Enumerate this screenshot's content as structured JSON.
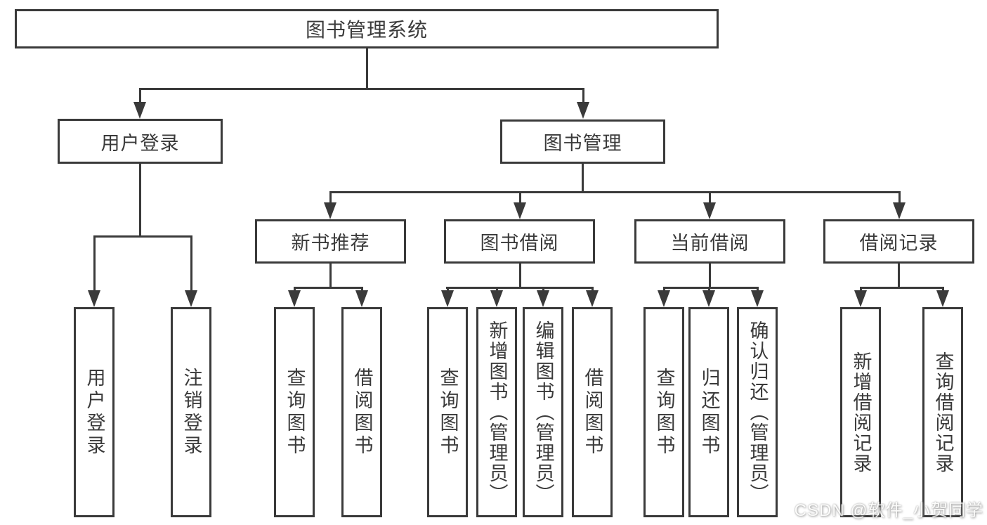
{
  "diagram": {
    "root": "图书管理系统",
    "user_branch": {
      "label": "用户登录",
      "leaves": [
        "用户登录",
        "注销登录"
      ]
    },
    "book_branch": {
      "label": "图书管理",
      "groups": [
        {
          "label": "新书推荐",
          "leaves": [
            "查询图书",
            "借阅图书"
          ]
        },
        {
          "label": "图书借阅",
          "leaves": [
            "查询图书",
            "新增图书（管理员）",
            "编辑图书（管理员）",
            "借阅图书"
          ]
        },
        {
          "label": "当前借阅",
          "leaves": [
            "查询图书",
            "归还图书",
            "确认归还（管理员）"
          ]
        },
        {
          "label": "借阅记录",
          "leaves": [
            "新增借阅记录",
            "查询借阅记录"
          ]
        }
      ]
    }
  },
  "watermark": {
    "text": "CSDN @软件_小贺同学"
  },
  "colors": {
    "line": "#3a3a3a",
    "box_border": "#3a3a3a",
    "text": "#3a3a3a",
    "background": "#ffffff",
    "watermark_text": "#fbfbf9"
  }
}
